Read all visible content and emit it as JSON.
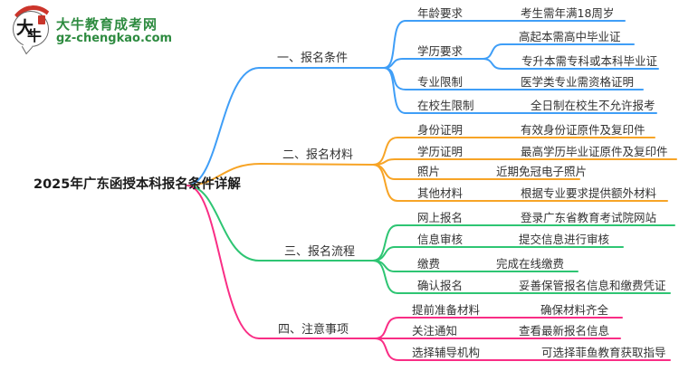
{
  "logo": {
    "site_name": "大牛教育成考网",
    "site_url": "gz-chengkao.com",
    "mark_chars": [
      "大",
      "牛"
    ]
  },
  "central": {
    "title": "2025年广东函授本科报名条件详解"
  },
  "colors": {
    "branch1_blue": "#3f9ef7",
    "branch2_orange": "#f7a426",
    "branch3_green": "#2ec573",
    "branch4_pink": "#f92d85",
    "logo_green": "#2e8b40",
    "logo_red": "#cc352b",
    "text": "#333333"
  },
  "branches": [
    {
      "label": "一、报名条件",
      "items": [
        {
          "label": "年龄要求",
          "leaves": [
            "考生需年满18周岁"
          ]
        },
        {
          "label": "学历要求",
          "leaves": [
            "高起本需高中毕业证",
            "专升本需专科或本科毕业证"
          ]
        },
        {
          "label": "专业限制",
          "leaves": [
            "医学类专业需资格证明"
          ]
        },
        {
          "label": "在校生限制",
          "leaves": [
            "全日制在校生不允许报考"
          ]
        }
      ]
    },
    {
      "label": "二、报名材料",
      "items": [
        {
          "label": "身份证明",
          "leaves": [
            "有效身份证原件及复印件"
          ]
        },
        {
          "label": "学历证明",
          "leaves": [
            "最高学历毕业证原件及复印件"
          ]
        },
        {
          "label": "照片",
          "leaves": [
            "近期免冠电子照片"
          ]
        },
        {
          "label": "其他材料",
          "leaves": [
            "根据专业要求提供额外材料"
          ]
        }
      ]
    },
    {
      "label": "三、报名流程",
      "items": [
        {
          "label": "网上报名",
          "leaves": [
            "登录广东省教育考试院网站"
          ]
        },
        {
          "label": "信息审核",
          "leaves": [
            "提交信息进行审核"
          ]
        },
        {
          "label": "缴费",
          "leaves": [
            "完成在线缴费"
          ]
        },
        {
          "label": "确认报名",
          "leaves": [
            "妥善保管报名信息和缴费凭证"
          ]
        }
      ]
    },
    {
      "label": "四、注意事项",
      "items": [
        {
          "label": "提前准备材料",
          "leaves": [
            "确保材料齐全"
          ]
        },
        {
          "label": "关注通知",
          "leaves": [
            "查看最新报名信息"
          ]
        },
        {
          "label": "选择辅导机构",
          "leaves": [
            "可选择菲鱼教育获取指导"
          ]
        }
      ]
    }
  ]
}
